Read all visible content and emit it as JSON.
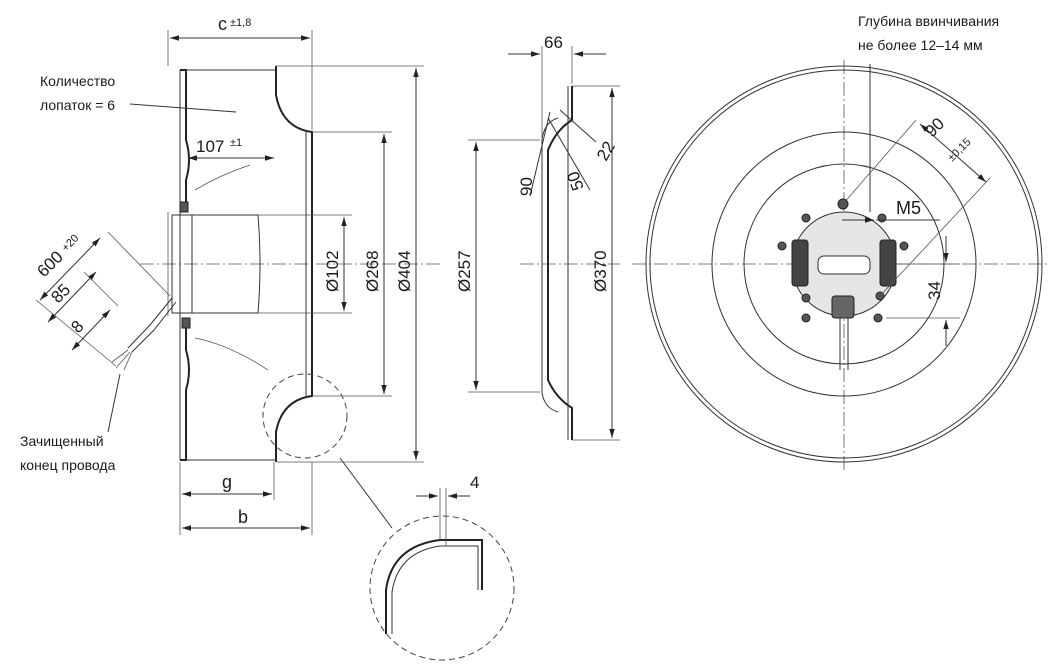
{
  "annotations": {
    "blades_count_line1": "Количество",
    "blades_count_line2": "лопаток = 6",
    "stripped_wire_line1": "Зачищенный",
    "stripped_wire_line2": "конец провода",
    "screw_depth_line1": "Глубина ввинчивания",
    "screw_depth_line2": "не более 12–14 мм",
    "thread": "M5"
  },
  "dimensions": {
    "c_label": "c",
    "c_tol": "±1,8",
    "d107": "107",
    "d107_tol": "±1",
    "cable_length": "600",
    "cable_length_tol": "+20",
    "strip_85": "85",
    "strip_8": "8",
    "g_label": "g",
    "b_label": "b",
    "d102": "Ø102",
    "d268": "Ø268",
    "d404": "Ø404",
    "d66": "66",
    "d22": "22",
    "d50": "50",
    "d90_side": "90",
    "d257": "Ø257",
    "d370": "Ø370",
    "d4": "4",
    "d90_front": "90",
    "d90_front_tol": "±0,15",
    "d34": "34"
  }
}
